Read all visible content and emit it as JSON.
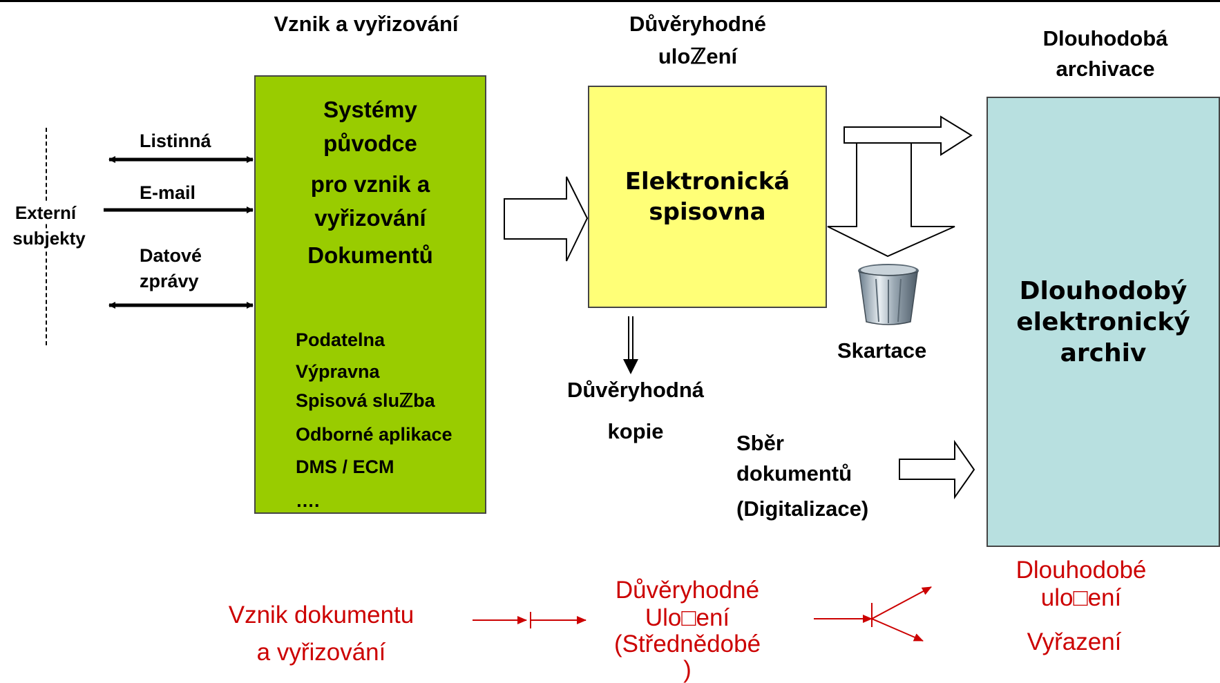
{
  "headers": {
    "col1": "Vznik a vyřizování",
    "col2_line1": "Důvěryhodné",
    "col2_line2": "uloℤení",
    "col3_line1": "Dlouhodobá",
    "col3_line2": "archivace"
  },
  "external": {
    "line1": "Externí",
    "line2": "subjekty",
    "channels": [
      "Listinná",
      "E-mail",
      "Datové",
      "zprávy"
    ]
  },
  "green_box": {
    "title_lines": [
      "Systémy",
      "původce",
      "pro vznik a",
      "vyřizování",
      "Dokumentů"
    ],
    "items": [
      "Podatelna",
      "Výpravna",
      "Spisová sluℤba",
      "Odborné aplikace",
      "DMS / ECM",
      "…."
    ]
  },
  "yellow_box": {
    "line1": "Elektronická",
    "line2": "spisovna"
  },
  "copy": {
    "line1": "Důvěryhodná",
    "line2": "kopie"
  },
  "shredding": {
    "label": "Skartace"
  },
  "blue_box": {
    "lines": [
      "Dlouhodobý",
      "elektronický",
      "archiv"
    ]
  },
  "collection": {
    "lines": [
      "Sběr",
      "dokumentů",
      "(Digitalizace)"
    ]
  },
  "lifecycle": {
    "stage1_line1": "Vznik dokumentu",
    "stage1_line2": "a vyřizování",
    "stage2_lines": [
      "Důvěryhodné",
      "Ulo□ení",
      "(Střednědobé",
      ")"
    ],
    "stage3_line1": "Dlouhodobé",
    "stage3_line2": "ulo□ení",
    "stage4": "Vyřazení"
  },
  "colors": {
    "green": "#99cc00",
    "yellow": "#ffff77",
    "blue": "#b8e0e0",
    "red_text": "#cc0000"
  },
  "icons": [
    "trash-can-icon"
  ]
}
